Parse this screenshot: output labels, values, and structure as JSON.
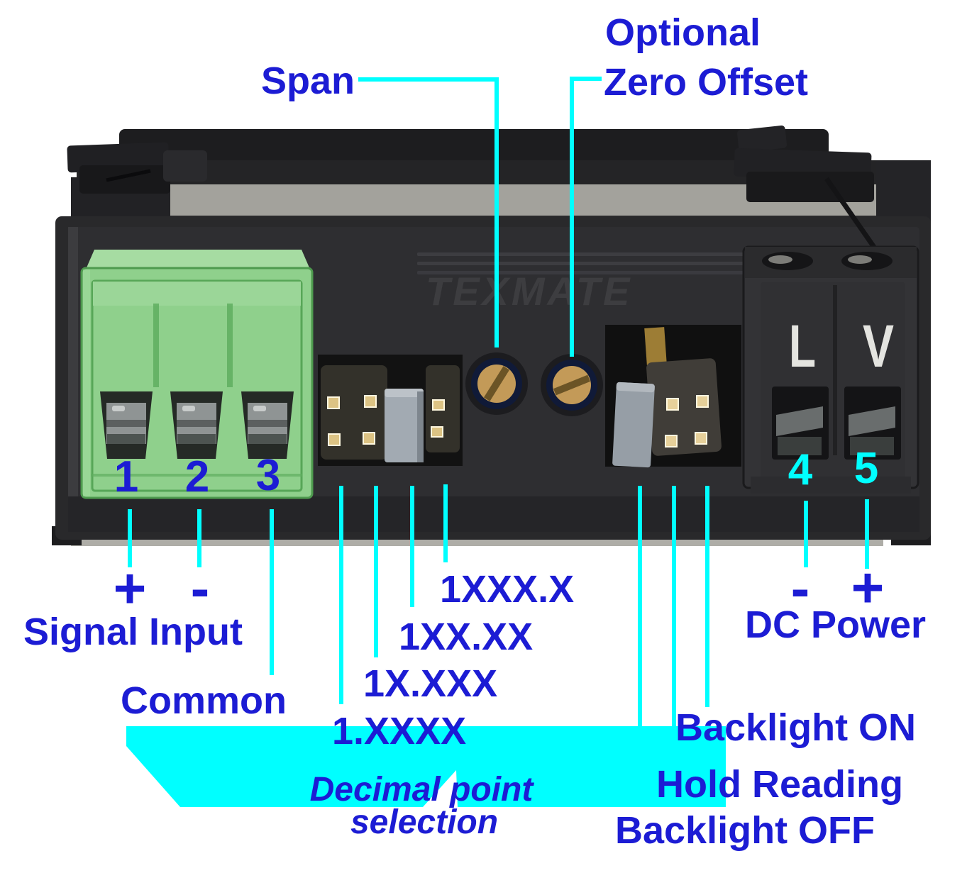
{
  "colors": {
    "callout_cyan": "#00ffff",
    "label_blue": "#1c1cd4",
    "terminal_block_green": "#8fd08c",
    "device_body": "#2a2a2c"
  },
  "labels": {
    "span": "Span",
    "optional": "Optional",
    "zero_offset": "Zero Offset",
    "terminal_1": "1",
    "terminal_2": "2",
    "terminal_3": "3",
    "terminal_4": "4",
    "terminal_5": "5",
    "signal_plus": "+",
    "signal_minus": "-",
    "signal_input": "Signal Input",
    "common": "Common",
    "dp_option_1": "1XXX.X",
    "dp_option_2": "1XX.XX",
    "dp_option_3": "1X.XXX",
    "dp_option_4": "1.XXXX",
    "dp_caption_line1": "Decimal point",
    "dp_caption_line2": "selection",
    "dc_minus": "-",
    "dc_plus": "+",
    "dc_power": "DC Power",
    "backlight_on": "Backlight ON",
    "hold_reading": "Hold Reading",
    "backlight_off": "Backlight OFF",
    "terminal_l": "L",
    "terminal_v": "V",
    "brand": "TEXMATE"
  }
}
